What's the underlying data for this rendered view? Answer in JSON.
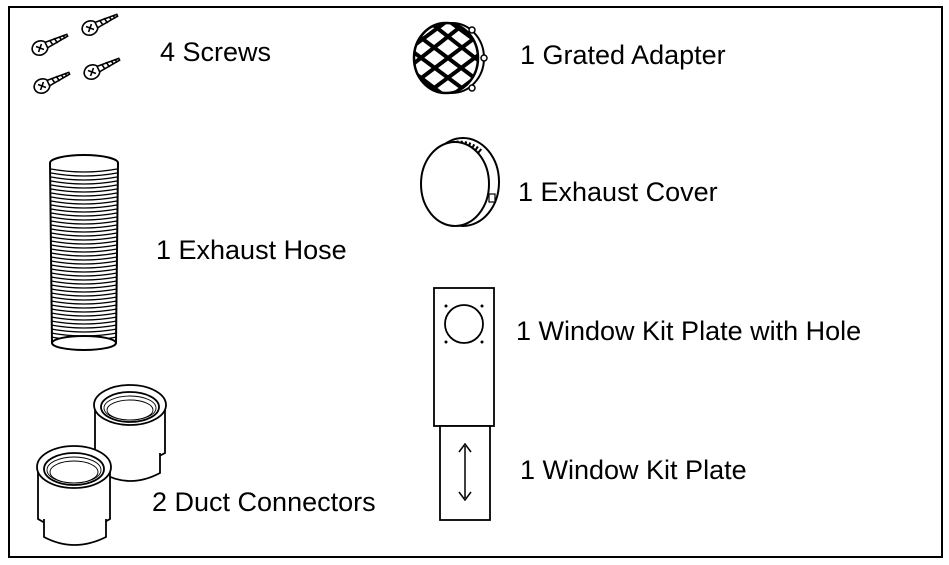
{
  "parts": {
    "screws": "4 Screws",
    "grated_adapter": "1 Grated Adapter",
    "exhaust_cover": "1 Exhaust Cover",
    "exhaust_hose": "1 Exhaust Hose",
    "window_kit_plate_hole": "1 Window Kit Plate with Hole",
    "window_kit_plate": "1 Window Kit Plate",
    "duct_connectors": "2 Duct Connectors"
  }
}
